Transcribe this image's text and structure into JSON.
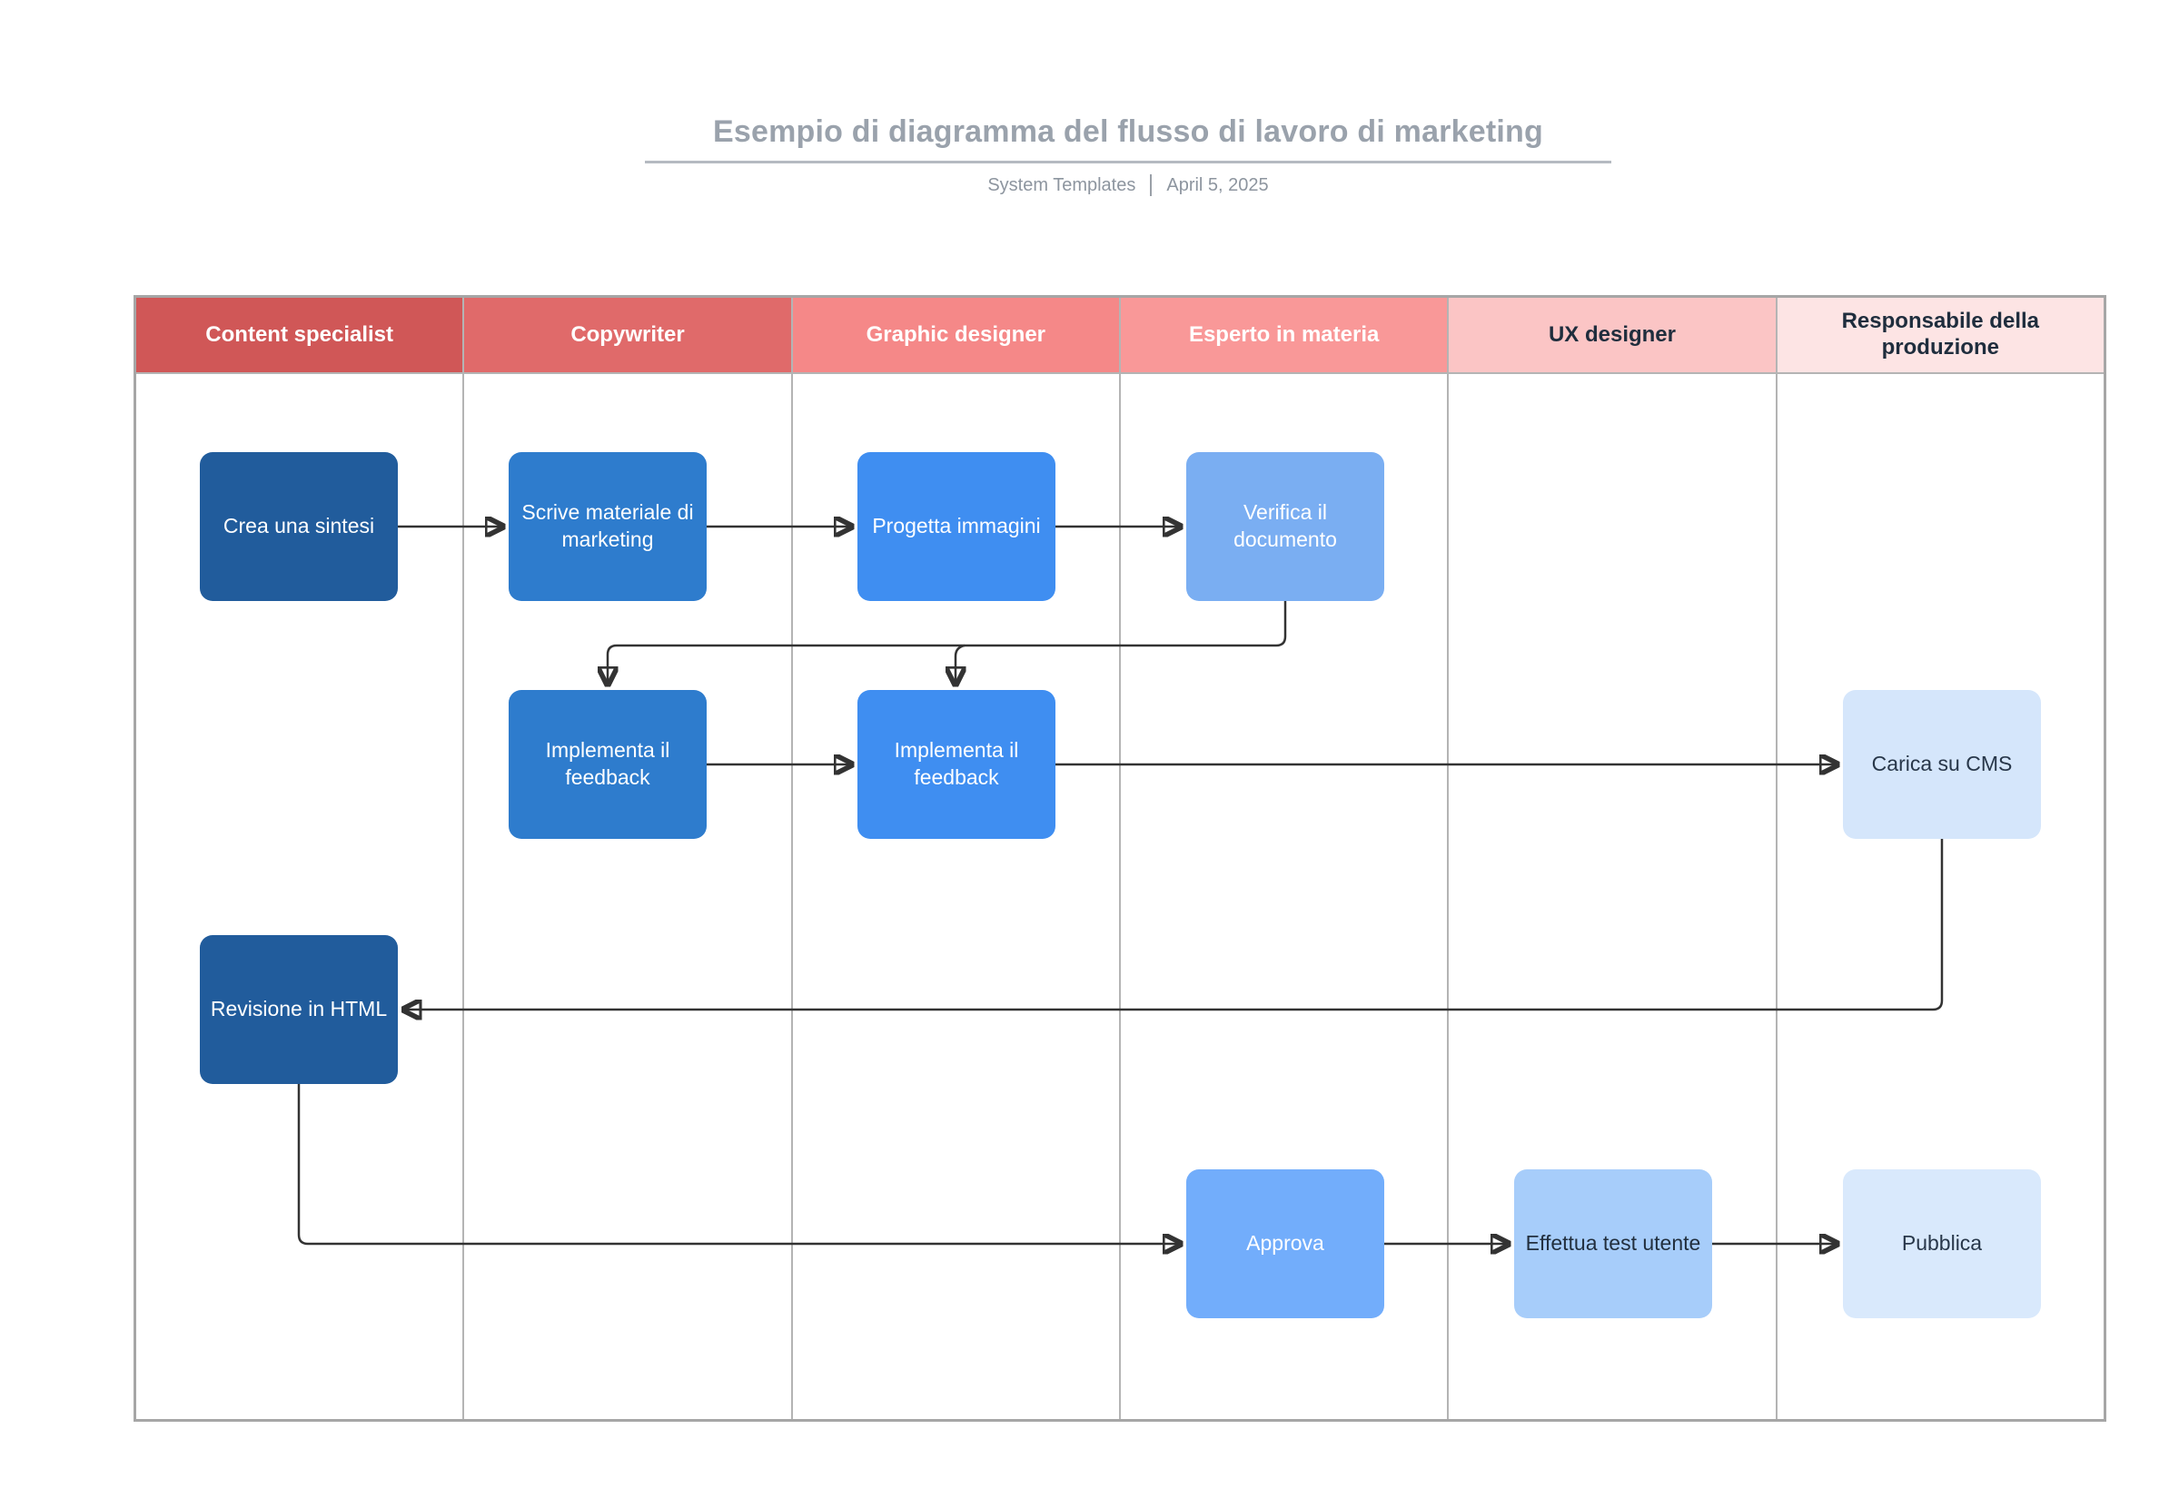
{
  "header": {
    "title": "Esempio di diagramma del flusso di lavoro di marketing",
    "author": "System Templates",
    "date": "April 5, 2025"
  },
  "lanes": [
    {
      "label": "Content specialist",
      "color": "#d05757",
      "text_color": "#ffffff"
    },
    {
      "label": "Copywriter",
      "color": "#e06a6a",
      "text_color": "#ffffff"
    },
    {
      "label": "Graphic designer",
      "color": "#f58888",
      "text_color": "#ffffff"
    },
    {
      "label": "Esperto in materia",
      "color": "#f99898",
      "text_color": "#ffffff"
    },
    {
      "label": "UX designer",
      "color": "#fbc5c5",
      "text_color": "#1f2d3d"
    },
    {
      "label": "Responsabile della produzione",
      "color": "#fde4e4",
      "text_color": "#1f2d3d"
    }
  ],
  "nodes": [
    {
      "label": "Crea una sintesi",
      "lane": "Content specialist",
      "color": "#215c9c",
      "text_color": "#ffffff"
    },
    {
      "label": "Scrive materiale di marketing",
      "lane": "Copywriter",
      "color": "#2e7ccd",
      "text_color": "#ffffff"
    },
    {
      "label": "Progetta immagini",
      "lane": "Graphic designer",
      "color": "#3f8ef1",
      "text_color": "#ffffff"
    },
    {
      "label": "Verifica il documento",
      "lane": "Esperto in materia",
      "color": "#7aaef2",
      "text_color": "#ffffff"
    },
    {
      "label": "Implementa il feedback",
      "lane": "Copywriter",
      "color": "#2e7ccd",
      "text_color": "#ffffff"
    },
    {
      "label": "Implementa il feedback",
      "lane": "Graphic designer",
      "color": "#3f8ef1",
      "text_color": "#ffffff"
    },
    {
      "label": "Carica su CMS",
      "lane": "Responsabile della produzione",
      "color": "#d5e6fb",
      "text_color": "#28374a"
    },
    {
      "label": "Revisione in HTML",
      "lane": "Content specialist",
      "color": "#215c9c",
      "text_color": "#ffffff"
    },
    {
      "label": "Approva",
      "lane": "Esperto in materia",
      "color": "#72adfb",
      "text_color": "#ffffff"
    },
    {
      "label": "Effettua test utente",
      "lane": "UX designer",
      "color": "#a7cdfa",
      "text_color": "#222f3e"
    },
    {
      "label": "Pubblica",
      "lane": "Responsabile della produzione",
      "color": "#d9e9fc",
      "text_color": "#28374a"
    }
  ],
  "connections": [
    {
      "from": "Crea una sintesi",
      "to": "Scrive materiale di marketing"
    },
    {
      "from": "Scrive materiale di marketing",
      "to": "Progetta immagini"
    },
    {
      "from": "Progetta immagini",
      "to": "Verifica il documento"
    },
    {
      "from": "Verifica il documento",
      "to": "Implementa il feedback (Copywriter)"
    },
    {
      "from": "Verifica il documento",
      "to": "Implementa il feedback (Graphic designer)"
    },
    {
      "from": "Implementa il feedback (Copywriter)",
      "to": "Implementa il feedback (Graphic designer)"
    },
    {
      "from": "Implementa il feedback (Graphic designer)",
      "to": "Carica su CMS"
    },
    {
      "from": "Carica su CMS",
      "to": "Revisione in HTML"
    },
    {
      "from": "Revisione in HTML",
      "to": "Approva"
    },
    {
      "from": "Approva",
      "to": "Effettua test utente"
    },
    {
      "from": "Effettua test utente",
      "to": "Pubblica"
    }
  ],
  "colors": {
    "connector": "#333333",
    "table_border": "#a6a6a6",
    "lane_divider": "#b4b4b4",
    "title_text": "#9aa2ac",
    "subtitle_text": "#8d959f"
  }
}
